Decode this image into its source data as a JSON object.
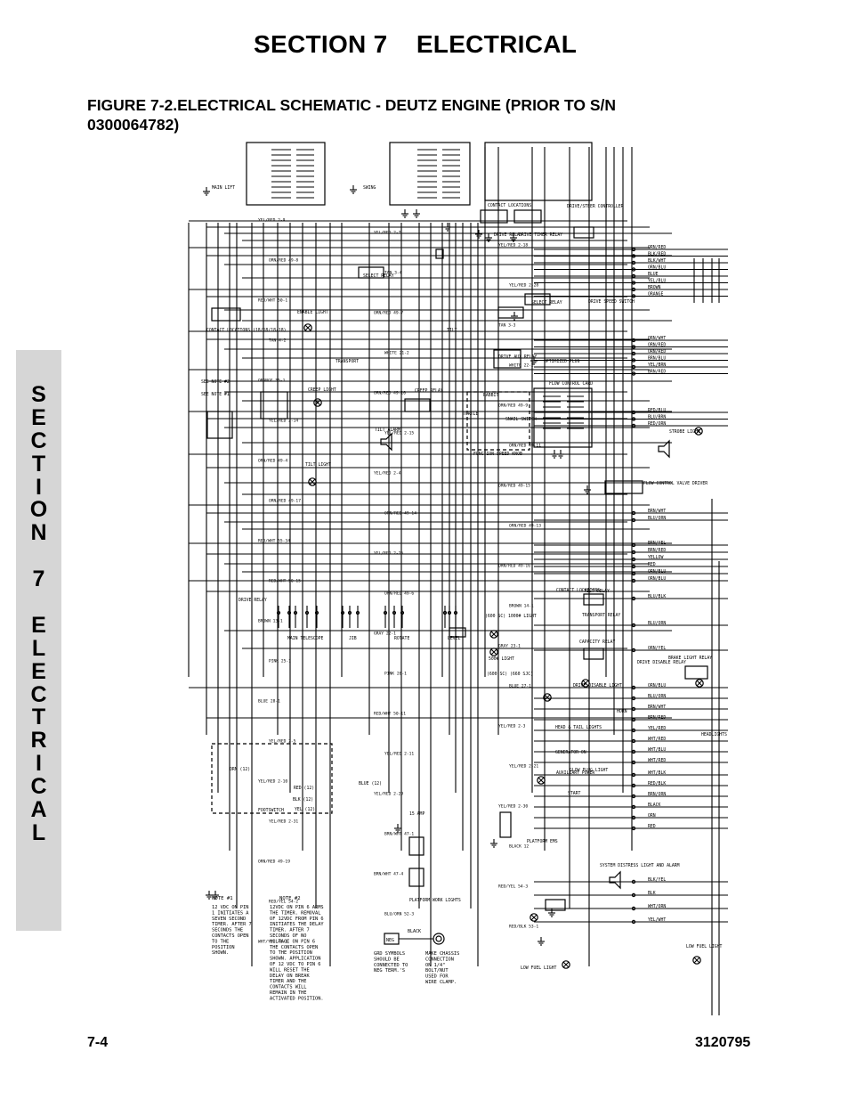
{
  "header": {
    "section_title": "SECTION 7    ELECTRICAL",
    "figure_title": "FIGURE 7-2.ELECTRICAL SCHEMATIC - DEUTZ ENGINE (PRIOR TO S/N 0300064782)"
  },
  "side_tab": {
    "letters": [
      "S",
      "E",
      "C",
      "T",
      "I",
      "O",
      "N",
      "",
      "7",
      "",
      "E",
      "L",
      "E",
      "C",
      "T",
      "R",
      "I",
      "C",
      "A",
      "L"
    ]
  },
  "footer": {
    "page_number": "7-4",
    "doc_number": "3120795"
  },
  "schematic": {
    "components": {
      "main_lift": "MAIN LIFT",
      "swing": "SWING",
      "contact_locations_top": "CONTACT LOCATIONS",
      "drive_steer_controller": "DRIVE/STEER CONTROLLER",
      "drive_relay": "DRIVE RELAY",
      "drive_timer_relay": "DRIVE TIMER RELAY",
      "select_relay": "SELECT RELAY",
      "select_relay_2": "SELECT RELAY",
      "enable_light": "ENABLE LIGHT",
      "contact_locations_mid": "CONTACT LOCATIONS (18/18/18/18)",
      "transport": "TRANSPORT",
      "tilt": "TILT",
      "drive_speed_switch": "DRIVE SPEED SWITCH",
      "drive_aux_relay": "DRIVE AUX RELAY",
      "optimized_plug": "OPTIMIZED PLUG",
      "see_note_2": "SEE NOTE #2",
      "see_note_1": "SEE NOTE #1",
      "creep_light": "CREEP LIGHT",
      "creep_relay": "CREEP RELAY",
      "rabbit": "RABBIT",
      "turtle": "TURTLE",
      "snail_switch": "SNAIL SWITCH",
      "function_speed_knob": "FUNCTION SPEED KNOB",
      "flow_control_card": "FLOW CONTROL CARD",
      "tilt_alarm": "TILT ALARM",
      "tilt_light": "TILT LIGHT",
      "strobe_light": "STROBE LIGHT",
      "flow_control_valve_driver": "FLOW CONTROL VALVE DRIVER",
      "drive_relay_2": "DRIVE RELAY",
      "main_telescope": "MAIN TELESCOPE",
      "jib": "JIB",
      "rotate": "ROTATE",
      "level": "LEVEL",
      "light_600": "(600 SC) 1000# LIGHT",
      "light_500": "500# LIGHT",
      "light_600_660": "(600 SC) (660 SJC)",
      "tilt_relay": "TILT RELAY",
      "transport_relay": "TRANSPORT RELAY",
      "capacity_relay": "CAPACITY RELAY",
      "contact_locations_low": "CONTACT LOCATIONS",
      "drive_disable_relay": "DRIVE DISABLE RELAY",
      "drive_disable_light": "DRIVE DISABLE LIGHT",
      "brake_light_relay": "BRAKE LIGHT RELAY",
      "horn": "HORN",
      "head_tail_lights": "HEAD & TAIL LIGHTS",
      "headlights": "HEADLIGHTS",
      "generator_on": "GENERATOR ON",
      "auxiliary_power": "AUXILIARY POWER",
      "glow_plug_light": "GLOW PLUG LIGHT",
      "start": "START",
      "footswitch": "FOOTSWITCH",
      "platform_ems": "PLATFORM EMS",
      "amp_15": "15 AMP",
      "platform_work_lights": "PLATFORM WORK LIGHTS",
      "system_distress": "SYSTEM DISTRESS LIGHT AND ALARM",
      "low_fuel_light": "LOW FUEL LIGHT",
      "low_fuel_light_2": "LOW FUEL LIGHT"
    },
    "wires_right": [
      "ORN/RED",
      "BLK/RED",
      "BLK/WHT",
      "ORN/BLU",
      "BLUE",
      "YEL/BLU",
      "BROWN",
      "ORANGE",
      "ORN/WHT",
      "ORN/RED",
      "ORN/RED",
      "BRN/BLU",
      "YEL/BRN",
      "BRN/RED",
      "RED/BLU",
      "BLU/BRN",
      "RED/ORN",
      "BRN/WHT",
      "BLU/ORN",
      "BRN/YEL",
      "BRN/RED",
      "YELLOW",
      "RED",
      "ORN/BLU",
      "ORN/BLU",
      "BLU/BLK",
      "BLU/ORN",
      "ORN/YEL",
      "ORN/BLU",
      "BLU/ORN",
      "BRN/WHT",
      "BRN/RED",
      "YEL/RED",
      "WHT/RED",
      "WHT/BLU",
      "WHT/RED",
      "WHT/BLK",
      "RED/BLK",
      "BRN/ORN",
      "BLACK",
      "ORN",
      "RED",
      "BLK/YEL",
      "BLK",
      "WHT/ORN",
      "YEL/WHT"
    ],
    "wires_mid": [
      "YEL/RED 2-9",
      "YEL/RED 2-7",
      "YEL/RED 2-18",
      "ORN/RED 49-8",
      "TAN 3-4",
      "YEL/RED 2-28",
      "RED/WHT 50-1",
      "ORN/RED 49-7",
      "TAN 3-3",
      "TAN 4-2",
      "WHITE 21-2",
      "WHITE 22-2",
      "ORANGE 55-1",
      "ORN/RED 49-10",
      "ORN/RED 49-9",
      "YEL/RED 2-14",
      "YEL/RED 2-15",
      "ORN/RED 49-11",
      "ORN/RED 49-4",
      "YEL/RED 2-4",
      "ORN/RED 49-15",
      "ORN/RED 49-17",
      "ORN/RED 49-14",
      "ORN/RED 49-13",
      "RED/WHT 55-34",
      "YEL/RED 2-25",
      "ORN/RED 49-16",
      "RED/WHT 50-15",
      "ORN/RED 49-6",
      "BROWN 14-1",
      "BROWN 13-1",
      "GRAY 22-1",
      "GRAY 23-1",
      "PINK 25-1",
      "PINK 26-1",
      "BLUE 27-1",
      "BLUE 28-1",
      "RED/WHT 50-11",
      "YEL/RED 2-3",
      "YEL/RED 2-5",
      "YEL/RED 2-11",
      "YEL/RED 2-21",
      "YEL/RED 2-10",
      "YEL/RED 2-29",
      "YEL/RED 2-30",
      "YEL/RED 2-31",
      "BRN/WHT 47-1",
      "BLACK 12",
      "ORN/RED 49-19",
      "BRN/WHT 47-4",
      "RED/YEL 54-3",
      "RED/YEL 54-2",
      "BLU/ORN 52-3",
      "RED/BLK 53-1",
      "WHT/YEL 48-1"
    ],
    "footswitch_wires": [
      "ORN (12)",
      "RED (12)",
      "BLK (12)",
      "YEL (12)",
      "BLUE (12)"
    ],
    "notes": {
      "note1_title": "NOTE #1",
      "note1_text": "12 VDC ON PIN 1 INITIATES A SEVEN SECOND TIMER. AFTER 7 SECONDS THE CONTACTS OPEN TO THE POSITION SHOWN.",
      "note2_title": "NOTE #2",
      "note2_text": "12VDC ON PIN 6 ARMS THE TIMER. REMOVAL OF 12VDC FROM PIN 6 INITIATES THE DELAY TIMER. AFTER 7 SECONDS OF NO VOLTAGE ON PIN 6 THE CONTACTS OPEN TO THE POSITION SHOWN. APPLICATION OF 12 VDC TO PIN 6 WILL RESET THE DELAY ON BREAK TIMER AND THE CONTACTS WILL REMAIN IN THE ACTIVATED POSITION."
    },
    "ground": {
      "neg": "NEG",
      "black": "BLACK",
      "gnd_text": "GRD SYMBOLS SHOULD BE CONNECTED TO NEG TERM.'S",
      "chassis_text": "MAKE CHASSIS CONNECTION ON 1/4\" BOLT/NUT USED FOR WIRE CLAMP."
    }
  }
}
